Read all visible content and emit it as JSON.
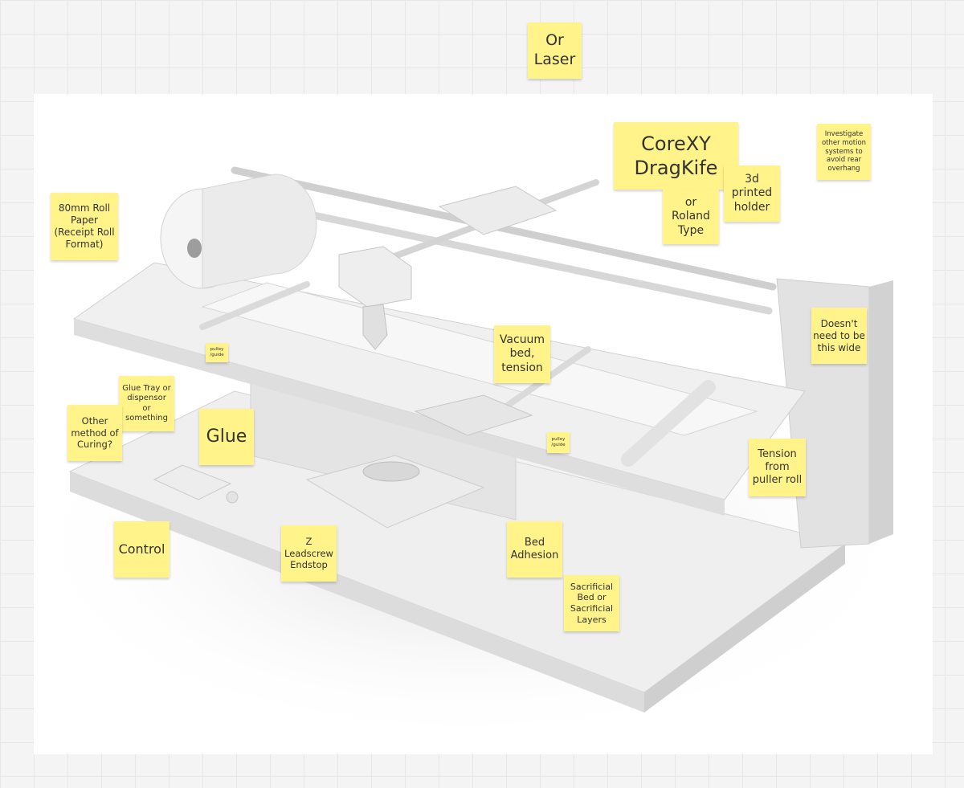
{
  "notes": {
    "or_laser": "Or\nLaser",
    "corexy": "CoreXY\nDragKife",
    "printed_holder": "3d\nprinted\nholder",
    "roland": "or\nRoland\nType",
    "investigate": "Investigate\nother motion\nsystems to\navoid rear\noverhang",
    "roll_paper": "80mm Roll\nPaper\n(Receipt Roll\nFormat)",
    "pulley_left": "pulley\n/guide",
    "vacuum_bed": "Vacuum\nbed,\ntension",
    "not_wide": "Doesn't\nneed to be\nthis wide",
    "glue_tray": "Glue Tray or\ndispensor\nor\nsomething",
    "curing": "Other\nmethod of\nCuring?",
    "glue": "Glue",
    "pulley_right": "pulley\n/guide",
    "tension": "Tension\nfrom\npuller roll",
    "control": "Control",
    "z_leadscrew": "Z\nLeadscrew\nEndstop",
    "bed_adhesion": "Bed\nAdhesion",
    "sacrificial": "Sacrificial\nBed or\nSacrificial\nLayers"
  },
  "colors": {
    "note": "#fff38a",
    "board": "#ffffff",
    "model": "#e9e9e9"
  }
}
